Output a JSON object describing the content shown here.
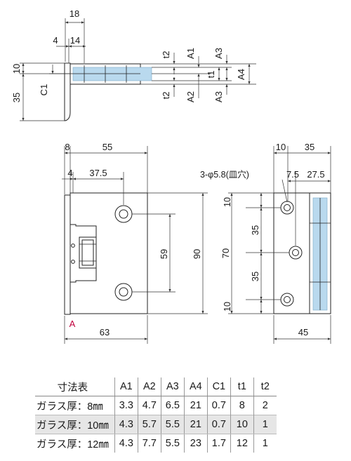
{
  "diagram": {
    "top_view": {
      "labels": {
        "d18": "18",
        "d4": "4",
        "d14": "14",
        "d10": "10",
        "d35": "35",
        "c1": "C1",
        "t2_top": "t2",
        "a1": "A1",
        "a3_top": "A3",
        "t1": "t1",
        "a4": "A4",
        "t2_bottom": "t2",
        "a2": "A2",
        "a3_bottom": "A3"
      }
    },
    "front_view": {
      "labels": {
        "d8": "8",
        "d55": "55",
        "d4": "4",
        "d37_5": "37.5",
        "d59": "59",
        "d90": "90",
        "d63": "63",
        "mark_a": "A"
      }
    },
    "side_view": {
      "labels": {
        "d10": "10",
        "d35_top": "35",
        "holes": "3-φ5.8(皿穴)",
        "d7_5": "7.5",
        "d27_5": "27.5",
        "v10_top": "10",
        "v35_a": "35",
        "v70": "70",
        "v35_b": "35",
        "v10_bottom": "10",
        "d45": "45"
      }
    },
    "colors": {
      "glass": "#b9d9ee",
      "mark": "#c0003c"
    }
  },
  "table": {
    "title": "寸法表",
    "headers": [
      "A1",
      "A2",
      "A3",
      "A4",
      "C1",
      "t1",
      "t2"
    ],
    "rows": [
      {
        "label": "ガラス厚：8㎜",
        "values": [
          "3.3",
          "4.7",
          "6.5",
          "21",
          "0.7",
          "8",
          "2"
        ]
      },
      {
        "label": "ガラス厚：10㎜",
        "values": [
          "4.3",
          "5.7",
          "5.5",
          "21",
          "0.7",
          "10",
          "1"
        ]
      },
      {
        "label": "ガラス厚：12㎜",
        "values": [
          "4.3",
          "7.7",
          "5.5",
          "23",
          "1.7",
          "12",
          "1"
        ]
      }
    ]
  }
}
